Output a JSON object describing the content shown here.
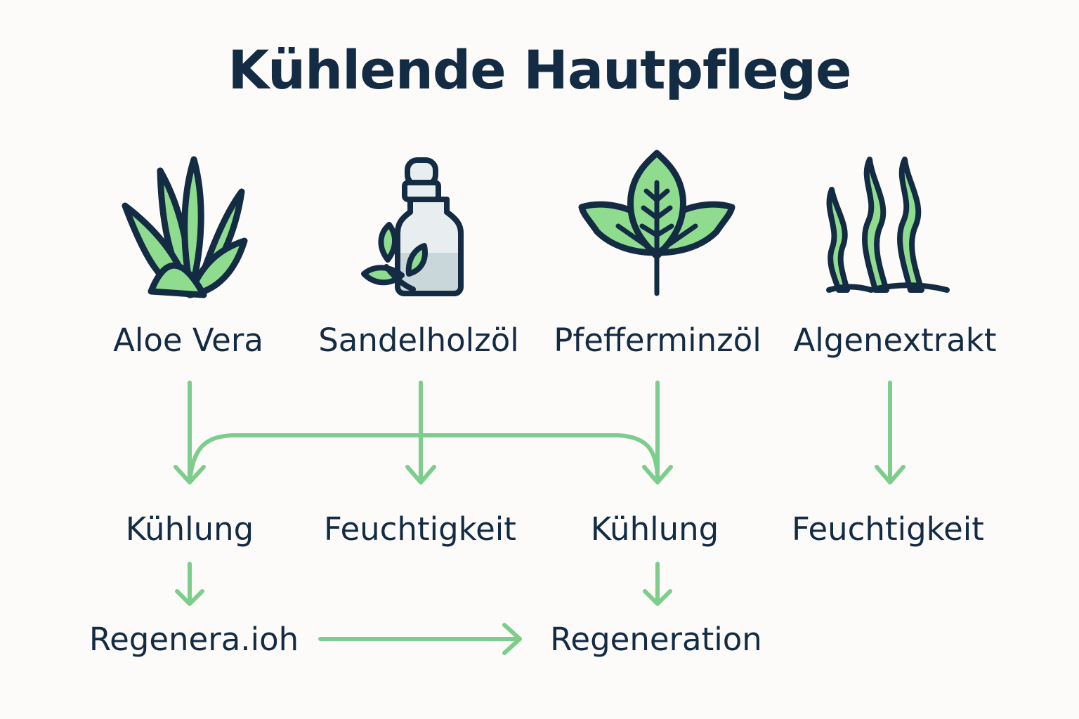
{
  "title": "Kühlende Hautpflege",
  "ingredients": [
    {
      "label": "Aloe Vera",
      "icon": "aloe-vera-icon"
    },
    {
      "label": "Sandelholzöl",
      "icon": "oil-bottle-icon"
    },
    {
      "label": "Pfefferminzöl",
      "icon": "mint-leaf-icon"
    },
    {
      "label": "Algenextrakt",
      "icon": "seaweed-icon"
    }
  ],
  "effects": [
    "Kühlung",
    "Feuchtigkeit",
    "Kühlung",
    "Feuchtigkeit"
  ],
  "results": [
    "Regenera.ioh",
    "Regeneration"
  ],
  "colors": {
    "text": "#142b44",
    "arrow": "#7dcd8c",
    "leaf": "#8fdc8f",
    "outline": "#142b44"
  }
}
